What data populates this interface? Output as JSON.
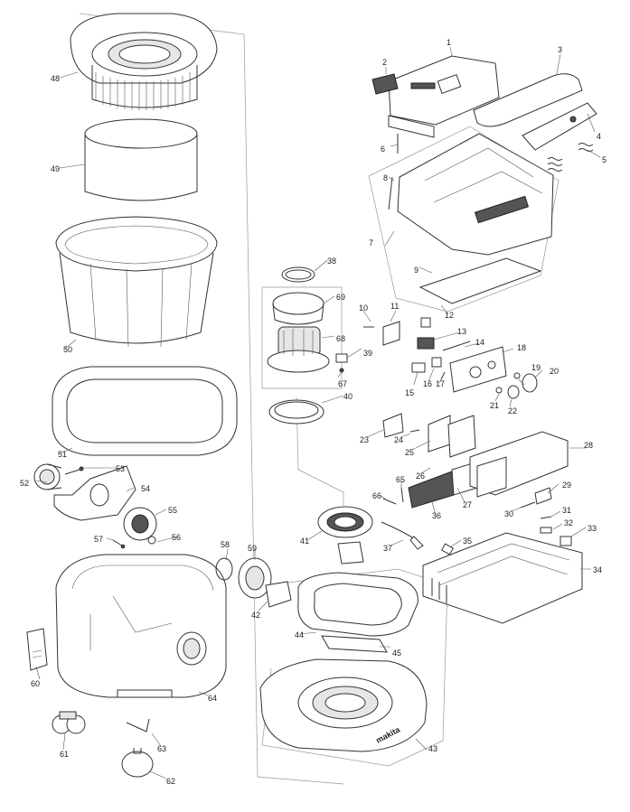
{
  "diagram": {
    "part_numbers": [
      "1",
      "2",
      "3",
      "4",
      "5",
      "6",
      "7",
      "8",
      "9",
      "10",
      "11",
      "12",
      "13",
      "14",
      "15",
      "16",
      "17",
      "18",
      "19",
      "20",
      "21",
      "22",
      "23",
      "24",
      "25",
      "26",
      "27",
      "28",
      "29",
      "30",
      "31",
      "32",
      "33",
      "34",
      "35",
      "36",
      "37",
      "38",
      "39",
      "40",
      "41",
      "42",
      "43",
      "44",
      "45",
      "48",
      "49",
      "50",
      "51",
      "52",
      "53",
      "54",
      "55",
      "56",
      "57",
      "58",
      "59",
      "60",
      "61",
      "62",
      "63",
      "64",
      "65",
      "66",
      "67",
      "68",
      "69"
    ],
    "brand_mark": "makita"
  }
}
